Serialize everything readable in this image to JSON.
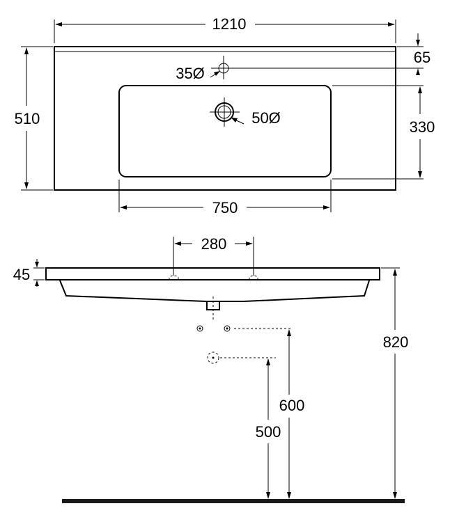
{
  "top_view": {
    "overall_width": "1210",
    "overall_depth": "510",
    "tap_hole_offset": "65",
    "tap_hole_diameter": "35Ø",
    "waste_diameter": "50Ø",
    "bowl_depth": "330",
    "bowl_width": "750"
  },
  "front_view": {
    "fixing_spacing": "280",
    "rim_thickness": "45",
    "rim_height": "820",
    "supply_height": "600",
    "waste_height": "500"
  }
}
